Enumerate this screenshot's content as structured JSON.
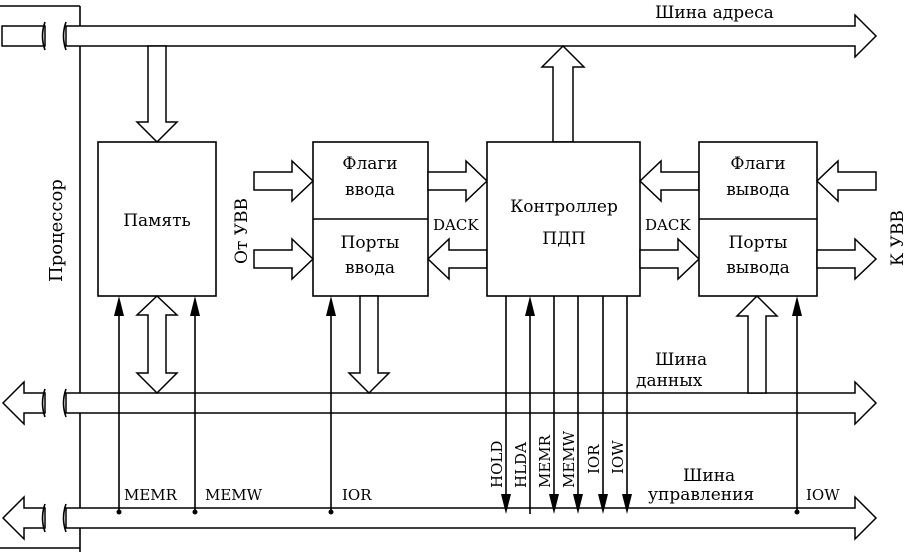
{
  "processor": {
    "label": "Процессор"
  },
  "buses": {
    "address": {
      "label": "Шина адреса"
    },
    "data": {
      "label_line1": "Шина",
      "label_line2": "данных"
    },
    "control": {
      "label_line1": "Шина",
      "label_line2": "управления"
    }
  },
  "blocks": {
    "memory": {
      "label": "Память"
    },
    "input_flags": {
      "label_line1": "Флаги",
      "label_line2": "ввода"
    },
    "input_ports": {
      "label_line1": "Порты",
      "label_line2": "ввода"
    },
    "dma_controller": {
      "label_line1": "Контроллер",
      "label_line2": "ПДП"
    },
    "output_flags": {
      "label_line1": "Флаги",
      "label_line2": "вывода"
    },
    "output_ports": {
      "label_line1": "Порты",
      "label_line2": "вывода"
    }
  },
  "io": {
    "from_label": "От УВВ",
    "to_label": "К УВВ"
  },
  "signals": {
    "dack_left": "DACK",
    "dack_right": "DACK",
    "memr": "MEMR",
    "memw": "MEMW",
    "ior_bus": "IOR",
    "iow_bus": "IOW",
    "hold": "HOLD",
    "hlda": "HLDA",
    "memr_v": "MEMR",
    "memw_v": "MEMW",
    "ior_v": "IOR",
    "iow_v": "IOW"
  }
}
